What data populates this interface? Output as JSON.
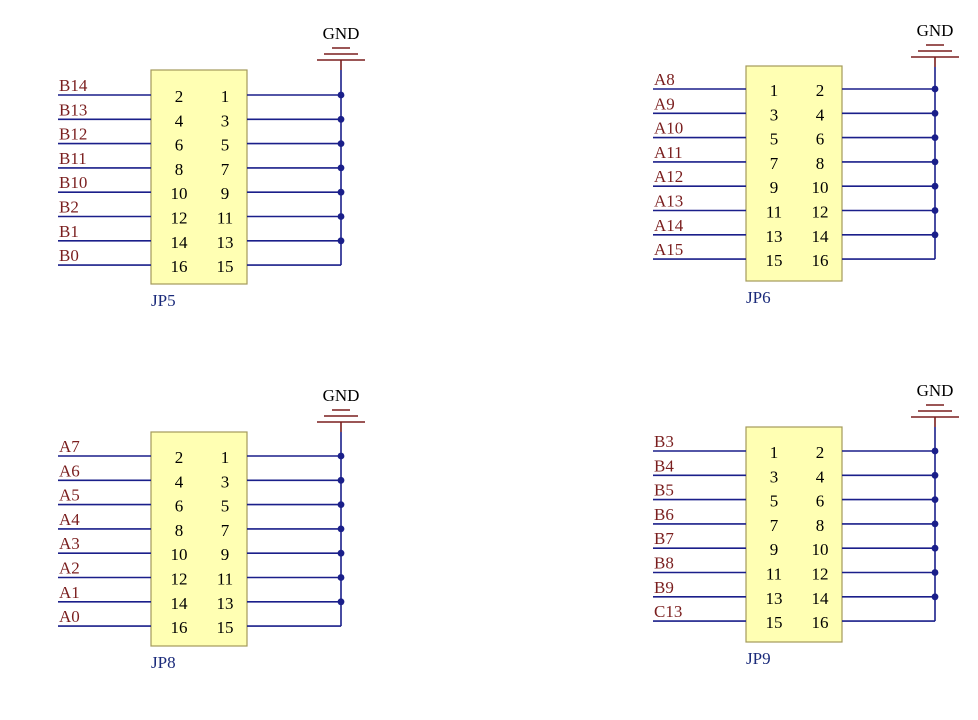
{
  "gnd_label": "GND",
  "connectors": [
    {
      "designator": "JP5",
      "left_nets": [
        "B14",
        "B13",
        "B12",
        "B11",
        "B10",
        "B2",
        "B1",
        "B0"
      ],
      "left_pins": [
        "2",
        "4",
        "6",
        "8",
        "10",
        "12",
        "14",
        "16"
      ],
      "right_pins": [
        "1",
        "3",
        "5",
        "7",
        "9",
        "11",
        "13",
        "15"
      ]
    },
    {
      "designator": "JP6",
      "left_nets": [
        "A8",
        "A9",
        "A10",
        "A11",
        "A12",
        "A13",
        "A14",
        "A15"
      ],
      "left_pins": [
        "1",
        "3",
        "5",
        "7",
        "9",
        "11",
        "13",
        "15"
      ],
      "right_pins": [
        "2",
        "4",
        "6",
        "8",
        "10",
        "12",
        "14",
        "16"
      ]
    },
    {
      "designator": "JP8",
      "left_nets": [
        "A7",
        "A6",
        "A5",
        "A4",
        "A3",
        "A2",
        "A1",
        "A0"
      ],
      "left_pins": [
        "2",
        "4",
        "6",
        "8",
        "10",
        "12",
        "14",
        "16"
      ],
      "right_pins": [
        "1",
        "3",
        "5",
        "7",
        "9",
        "11",
        "13",
        "15"
      ]
    },
    {
      "designator": "JP9",
      "left_nets": [
        "B3",
        "B4",
        "B5",
        "B6",
        "B7",
        "B8",
        "B9",
        "C13"
      ],
      "left_pins": [
        "1",
        "3",
        "5",
        "7",
        "9",
        "11",
        "13",
        "15"
      ],
      "right_pins": [
        "2",
        "4",
        "6",
        "8",
        "10",
        "12",
        "14",
        "16"
      ]
    }
  ],
  "colors": {
    "wire": "#1a1f8a",
    "net_label": "#7a1e1e",
    "component_fill": "#ffffb3",
    "designator": "#1a2a7a"
  }
}
